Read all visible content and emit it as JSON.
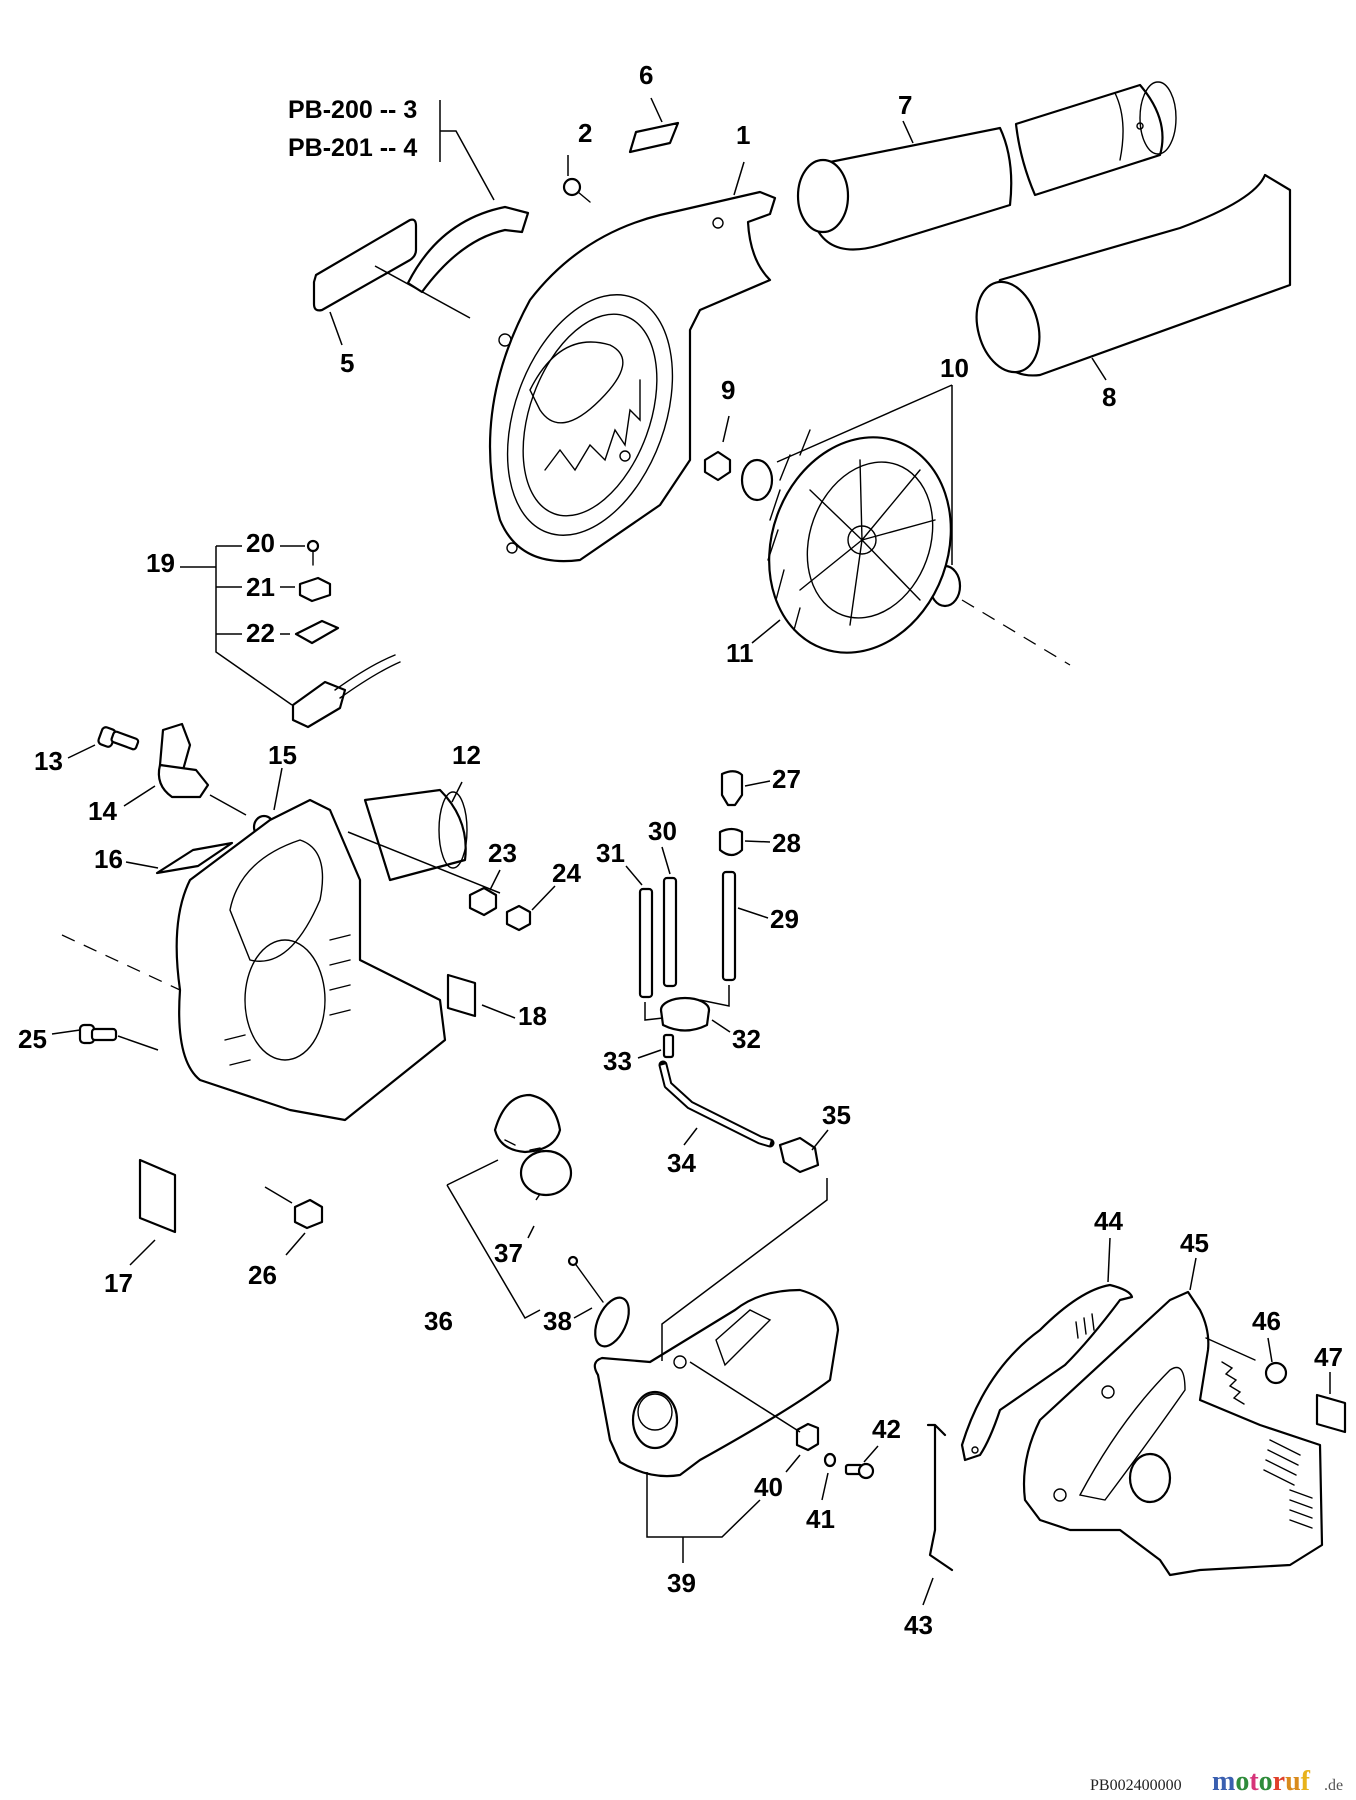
{
  "diagram": {
    "title": "Blower parts diagram",
    "model_variants": [
      {
        "model": "PB-200",
        "separator": "--",
        "part_no": "3"
      },
      {
        "model": "PB-201",
        "separator": "--",
        "part_no": "4"
      }
    ],
    "callouts": {
      "c1": "1",
      "c2": "2",
      "c5": "5",
      "c6": "6",
      "c7": "7",
      "c8": "8",
      "c9": "9",
      "c10": "10",
      "c11": "11",
      "c12": "12",
      "c13": "13",
      "c14": "14",
      "c15": "15",
      "c16": "16",
      "c17": "17",
      "c18": "18",
      "c19": "19",
      "c20": "20",
      "c21": "21",
      "c22": "22",
      "c23": "23",
      "c24": "24",
      "c25": "25",
      "c26": "26",
      "c27": "27",
      "c28": "28",
      "c29": "29",
      "c30": "30",
      "c31": "31",
      "c32": "32",
      "c33": "33",
      "c34": "34",
      "c35": "35",
      "c36": "36",
      "c37": "37",
      "c38": "38",
      "c39": "39",
      "c40": "40",
      "c41": "41",
      "c42": "42",
      "c43": "43",
      "c44": "44",
      "c45": "45",
      "c46": "46",
      "c47": "47"
    }
  },
  "footer": {
    "figure_code": "PB002400000",
    "watermark": {
      "letters": [
        {
          "ch": "m",
          "color": "#3a5fb0"
        },
        {
          "ch": "o",
          "color": "#2e8b3a"
        },
        {
          "ch": "t",
          "color": "#d6337a"
        },
        {
          "ch": "o",
          "color": "#2e8b3a"
        },
        {
          "ch": "r",
          "color": "#e0402a"
        },
        {
          "ch": "u",
          "color": "#d98a1c"
        },
        {
          "ch": "f",
          "color": "#e8b21a"
        }
      ],
      "tld": ".de"
    }
  }
}
